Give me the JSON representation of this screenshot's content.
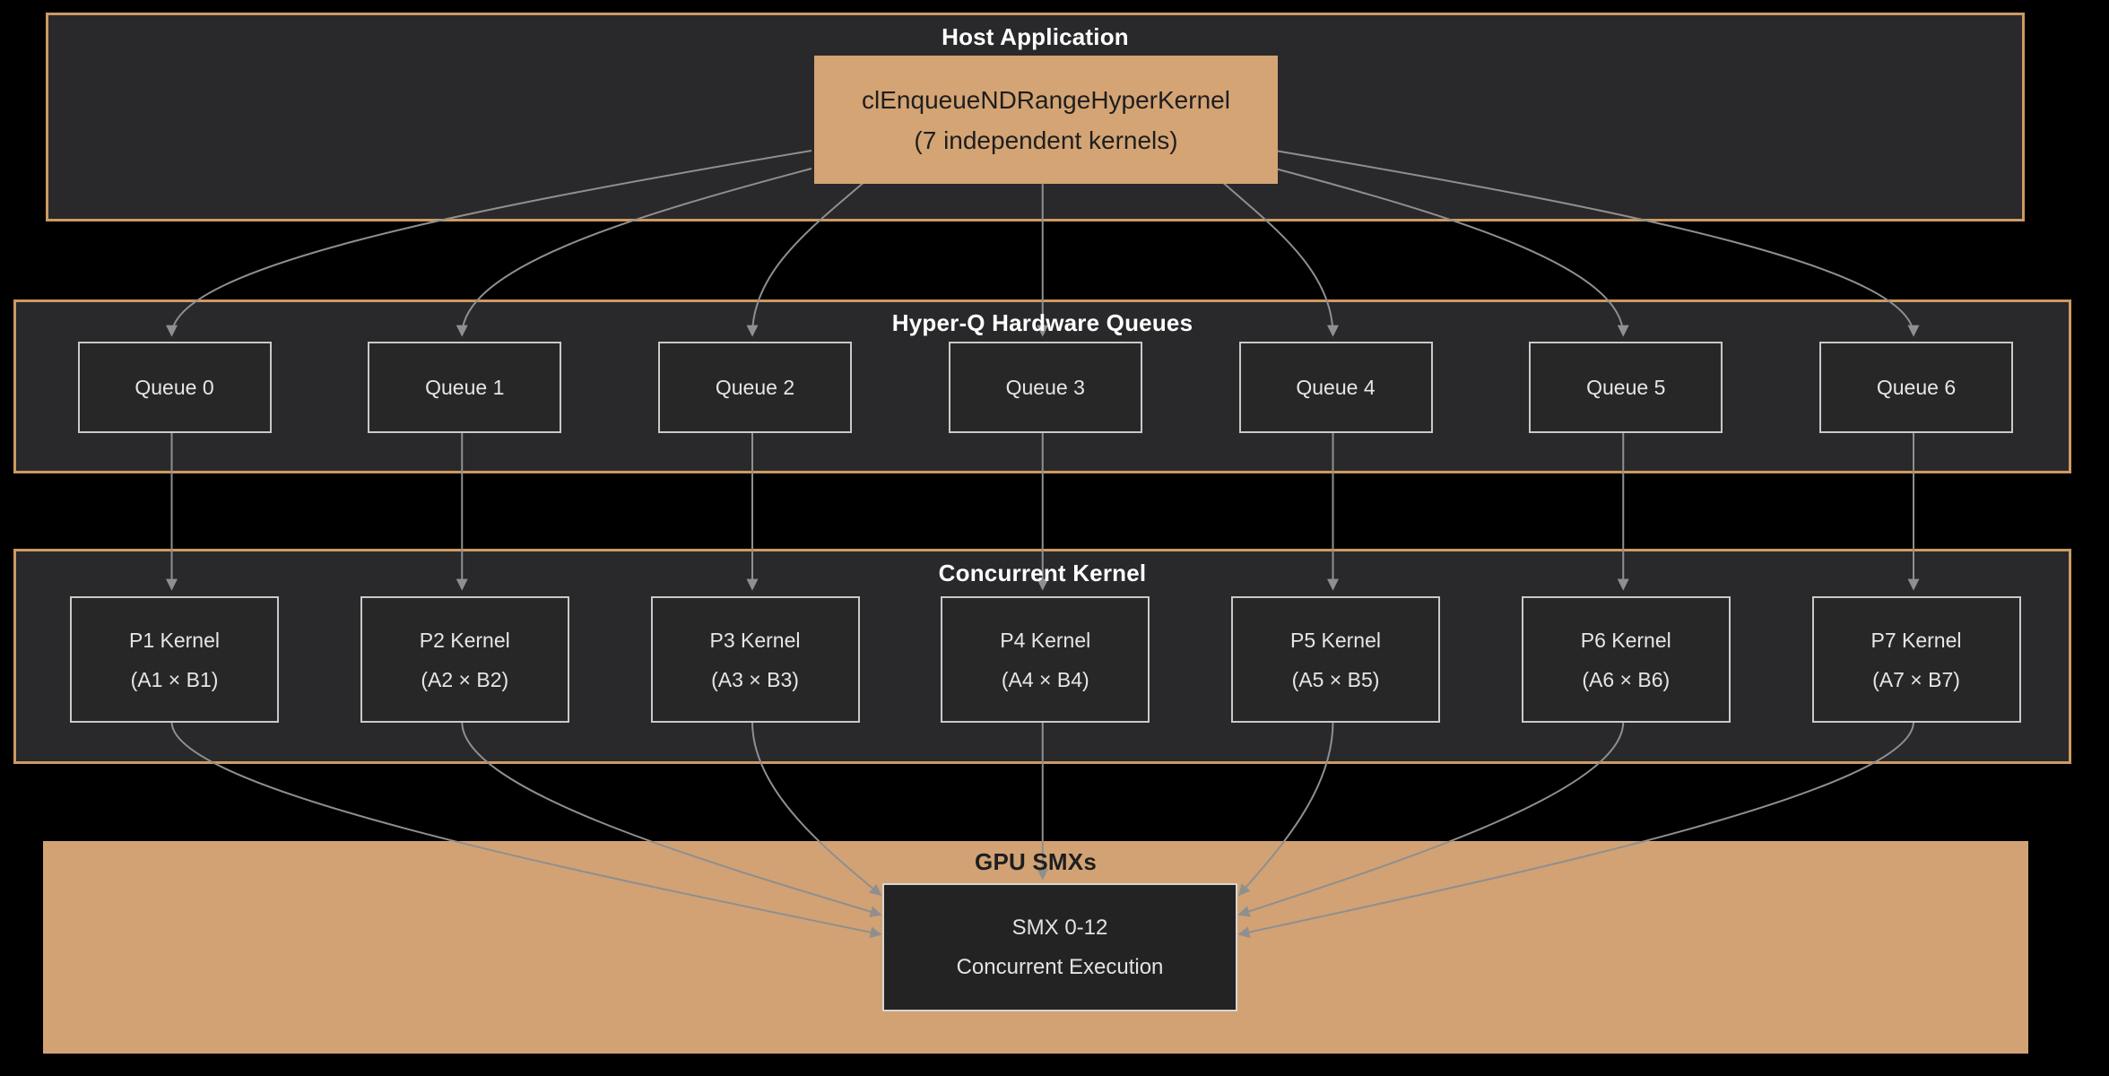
{
  "diagram": {
    "host": {
      "title": "Host Application",
      "box": {
        "line1": "clEnqueueNDRangeHyperKernel",
        "line2": "(7 independent kernels)"
      }
    },
    "queues": {
      "title": "Hyper-Q Hardware Queues",
      "items": [
        {
          "label": "Queue 0"
        },
        {
          "label": "Queue 1"
        },
        {
          "label": "Queue 2"
        },
        {
          "label": "Queue 3"
        },
        {
          "label": "Queue 4"
        },
        {
          "label": "Queue 5"
        },
        {
          "label": "Queue 6"
        }
      ]
    },
    "kernels": {
      "title": "Concurrent Kernel",
      "items": [
        {
          "line1": "P1 Kernel",
          "line2": "(A1 × B1)"
        },
        {
          "line1": "P2 Kernel",
          "line2": "(A2 × B2)"
        },
        {
          "line1": "P3 Kernel",
          "line2": "(A3 × B3)"
        },
        {
          "line1": "P4 Kernel",
          "line2": "(A4 × B4)"
        },
        {
          "line1": "P5 Kernel",
          "line2": "(A5 × B5)"
        },
        {
          "line1": "P6 Kernel",
          "line2": "(A6 × B6)"
        },
        {
          "line1": "P7 Kernel",
          "line2": "(A7 × B7)"
        }
      ]
    },
    "gpu": {
      "title": "GPU SMXs",
      "box": {
        "line1": "SMX 0-12",
        "line2": "Concurrent Execution"
      }
    },
    "colors": {
      "background": "#000000",
      "panel_fill": "#29292b",
      "accent_tan": "#d2a274",
      "accent_border": "#cd9a62",
      "node_fill": "#272727",
      "node_border": "#c9c9c9",
      "arrow_gray": "#8f8f8f",
      "title_light": "#ffffff",
      "text_light": "#e6e6e6",
      "text_dark": "#1e1e1e"
    }
  }
}
